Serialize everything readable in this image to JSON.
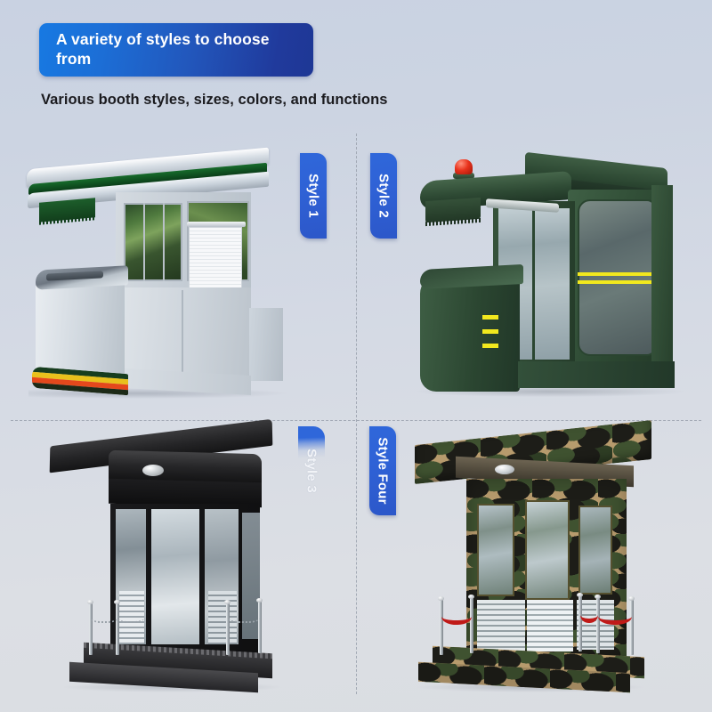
{
  "header": {
    "badge_line1": "A variety of styles to choose",
    "badge_line2": "from",
    "badge_gradient_from": "#1779e2",
    "badge_gradient_to": "#1e3795",
    "subtitle": "Various booth styles, sizes, colors, and functions",
    "subtitle_color": "#1b1b1f"
  },
  "theme": {
    "background_top": "#c9d2e2",
    "background_bottom": "#dadde2",
    "badge_blue": "#2f67da",
    "divider_color": "#9aa1ad"
  },
  "styles": [
    {
      "label": "Style 1",
      "badge_state": "solid",
      "product": "stainless-steel-guard-booth",
      "colors": {
        "body": "#c6ced6",
        "accent": "#0e4b1e",
        "stripe": "#e8c11c"
      }
    },
    {
      "label": "Style 2",
      "badge_state": "solid",
      "product": "green-security-booth-with-beacon",
      "colors": {
        "body": "#2c4832",
        "accent": "#f2e81e",
        "beacon": "#e8321c"
      }
    },
    {
      "label": "Style 3",
      "badge_state": "faded",
      "product": "black-glass-sentry-box",
      "colors": {
        "body": "#1a1a1c",
        "accent": "#b9c4cb",
        "chain": "#9aa2a9"
      }
    },
    {
      "label": "Style Four",
      "badge_state": "solid",
      "product": "camouflage-military-guard-booth",
      "colors": {
        "body": "#b79b6d",
        "accent": "#3f5230",
        "rope": "#c01a18"
      }
    }
  ]
}
